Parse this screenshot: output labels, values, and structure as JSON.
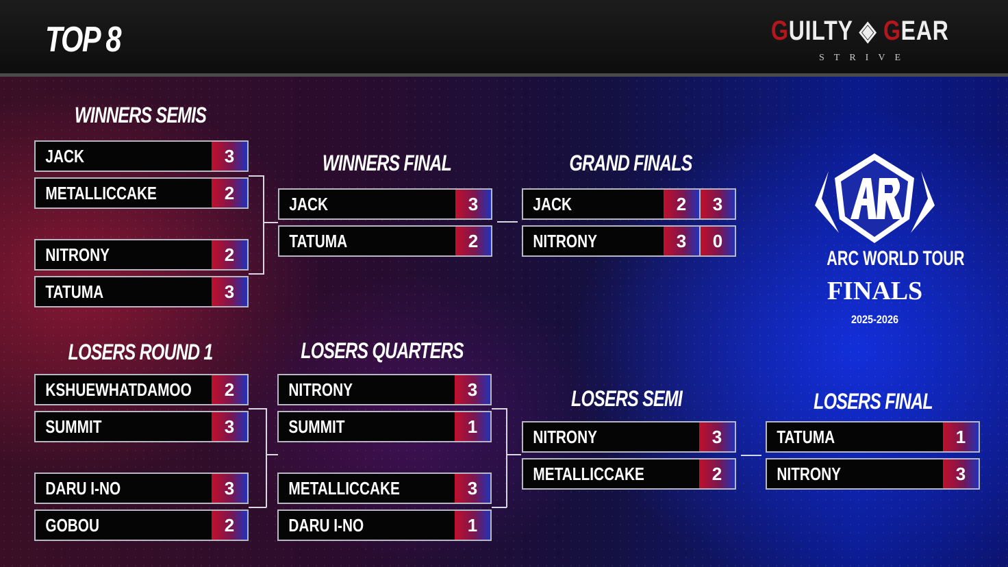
{
  "header": {
    "title": "TOP 8",
    "logo_text": "GUILTY GEAR",
    "logo_sub": "STRIVE"
  },
  "event_logo": {
    "line1": "ARC WORLD TOUR",
    "line2": "FINALS",
    "years": "2025-2026"
  },
  "sections": [
    {
      "id": "winners-semis",
      "title": "WINNERS SEMIS",
      "matches": [
        [
          {
            "name": "JACK",
            "scores": [
              "3"
            ]
          },
          {
            "name": "METALLICCAKE",
            "scores": [
              "2"
            ]
          }
        ],
        [
          {
            "name": "NITRONY",
            "scores": [
              "2"
            ]
          },
          {
            "name": "TATUMA",
            "scores": [
              "3"
            ]
          }
        ]
      ]
    },
    {
      "id": "winners-final",
      "title": "WINNERS FINAL",
      "matches": [
        [
          {
            "name": "JACK",
            "scores": [
              "3"
            ]
          },
          {
            "name": "TATUMA",
            "scores": [
              "2"
            ]
          }
        ]
      ]
    },
    {
      "id": "grand-finals",
      "title": "GRAND FINALS",
      "matches": [
        [
          {
            "name": "JACK",
            "scores": [
              "2",
              "3"
            ]
          },
          {
            "name": "NITRONY",
            "scores": [
              "3",
              "0"
            ]
          }
        ]
      ]
    },
    {
      "id": "losers-round-1",
      "title": "LOSERS ROUND 1",
      "matches": [
        [
          {
            "name": "KSHUEWHATDAMOO",
            "scores": [
              "2"
            ]
          },
          {
            "name": "SUMMIT",
            "scores": [
              "3"
            ]
          }
        ],
        [
          {
            "name": "DARU I-NO",
            "scores": [
              "3"
            ]
          },
          {
            "name": "GOBOU",
            "scores": [
              "2"
            ]
          }
        ]
      ]
    },
    {
      "id": "losers-quarters",
      "title": "LOSERS QUARTERS",
      "matches": [
        [
          {
            "name": "NITRONY",
            "scores": [
              "3"
            ]
          },
          {
            "name": "SUMMIT",
            "scores": [
              "1"
            ]
          }
        ],
        [
          {
            "name": "METALLICCAKE",
            "scores": [
              "3"
            ]
          },
          {
            "name": "DARU I-NO",
            "scores": [
              "1"
            ]
          }
        ]
      ]
    },
    {
      "id": "losers-semi",
      "title": "LOSERS SEMI",
      "matches": [
        [
          {
            "name": "NITRONY",
            "scores": [
              "3"
            ]
          },
          {
            "name": "METALLICCAKE",
            "scores": [
              "2"
            ]
          }
        ]
      ]
    },
    {
      "id": "losers-final",
      "title": "LOSERS FINAL",
      "matches": [
        [
          {
            "name": "TATUMA",
            "scores": [
              "1"
            ]
          },
          {
            "name": "NITRONY",
            "scores": [
              "3"
            ]
          }
        ]
      ]
    }
  ]
}
